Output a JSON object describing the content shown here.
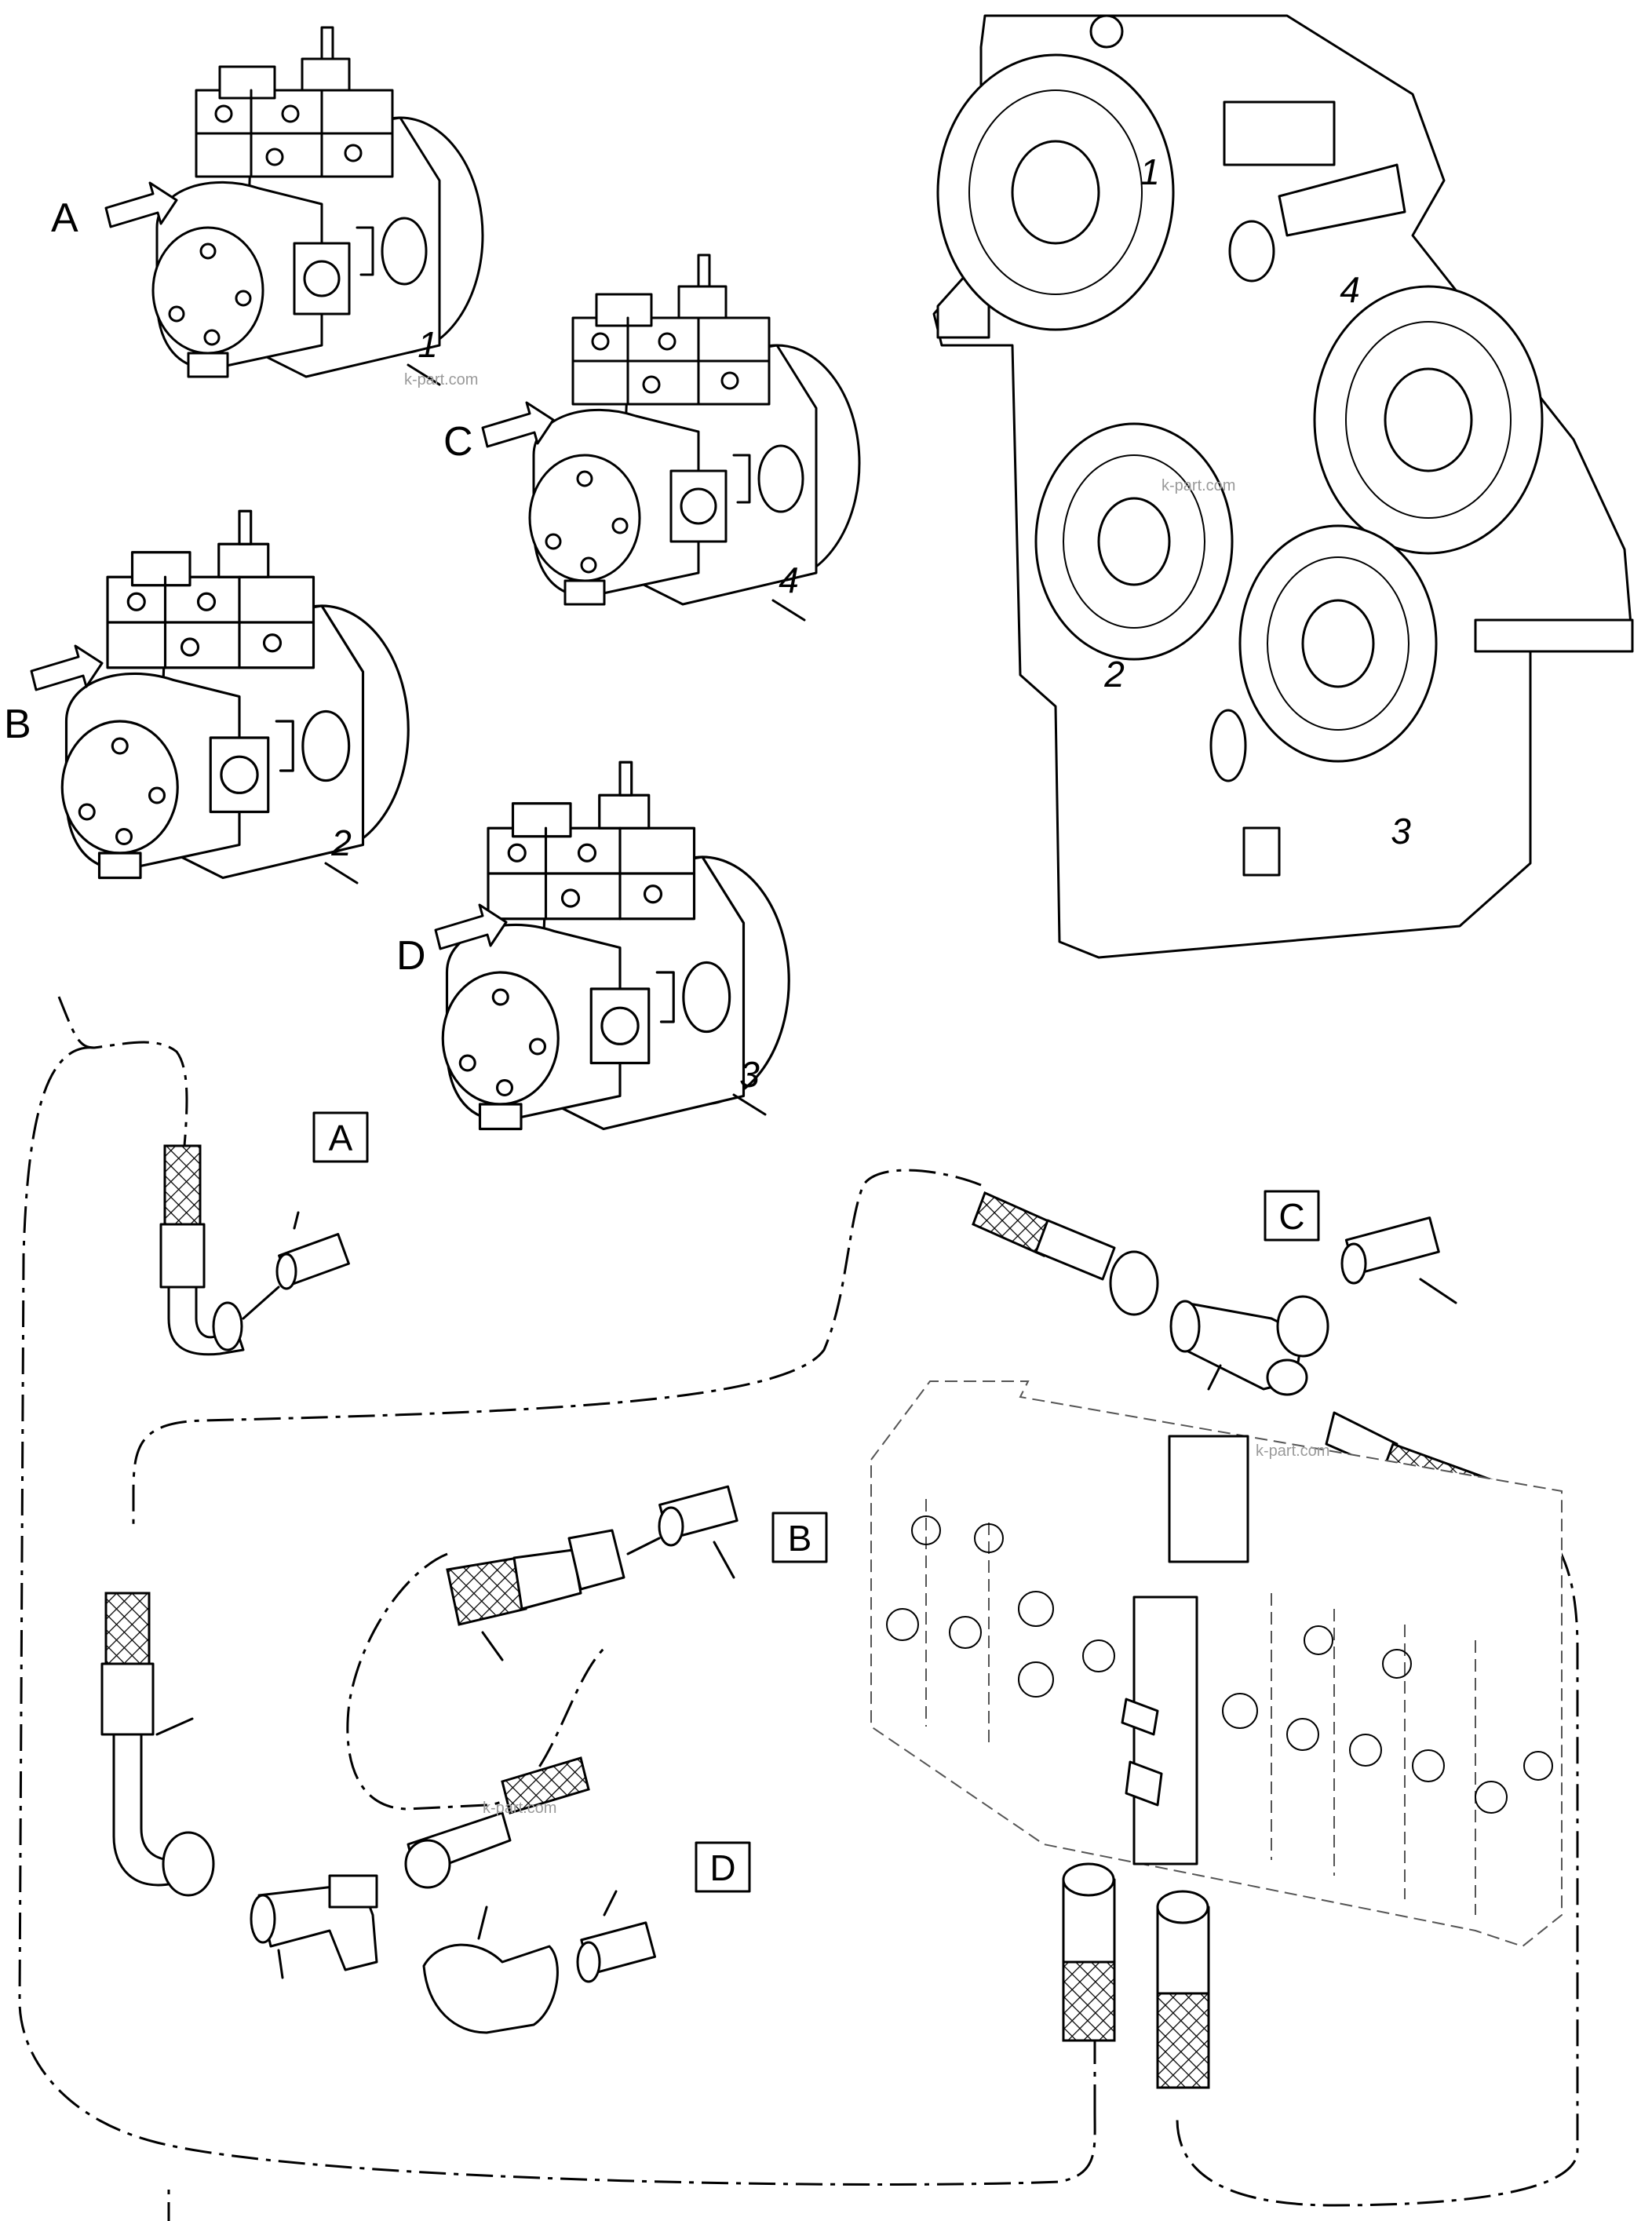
{
  "pump_labels": {
    "p1": "1",
    "p2": "2",
    "p3": "3",
    "p4": "4"
  },
  "arrow_letters": {
    "a": "A",
    "b": "B",
    "c": "C",
    "d": "D"
  },
  "gearbox_port_labels": {
    "g1": "1",
    "g2": "2",
    "g3": "3",
    "g4": "4"
  },
  "detail_boxes": {
    "a": "A",
    "b": "B",
    "c": "C",
    "d": "D"
  },
  "watermark": "k-part.com"
}
